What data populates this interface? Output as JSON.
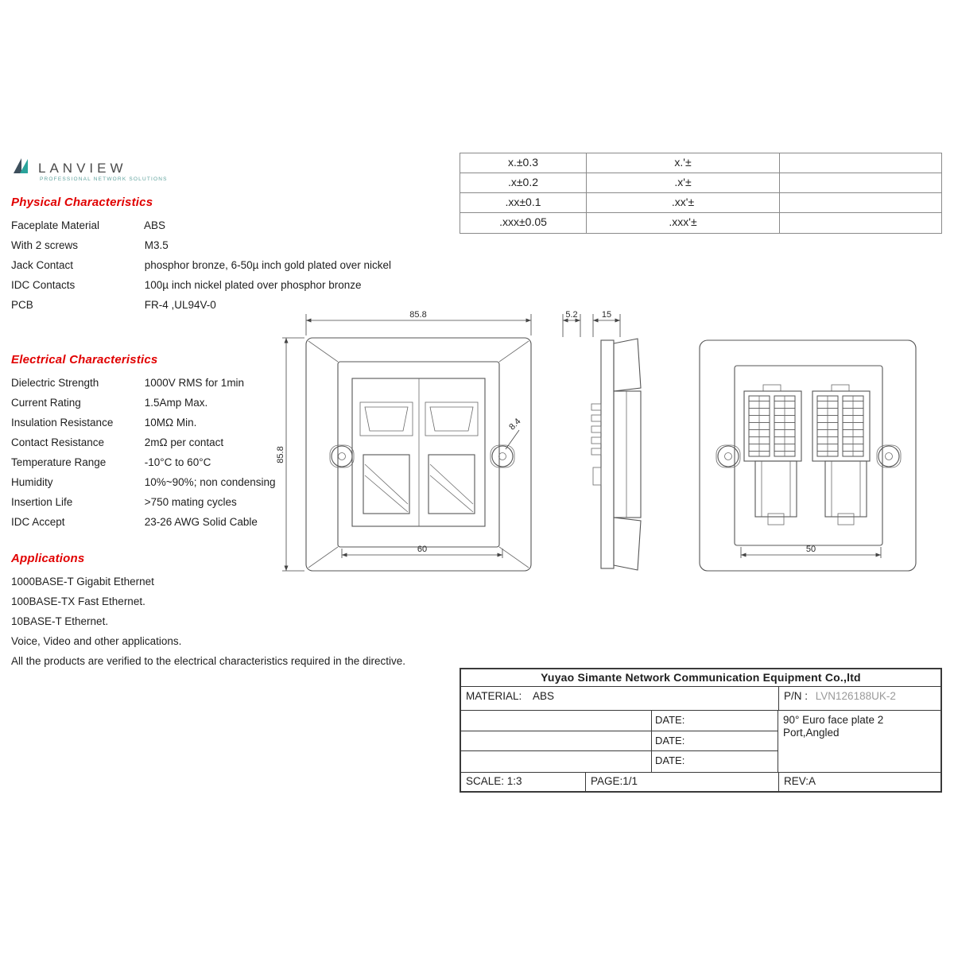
{
  "colors": {
    "heading_red": "#e10000",
    "brand_teal": "#2aa39b",
    "pn_gray": "#9a9a9a"
  },
  "logo": {
    "brand": "LANVIEW",
    "tagline": "PROFESSIONAL NETWORK SOLUTIONS"
  },
  "tolerance_table": {
    "col1": [
      "x.±0.3",
      ".x±0.2",
      ".xx±0.1",
      ".xxx±0.05"
    ],
    "col2": [
      "x.'±",
      ".x'±",
      ".xx'±",
      ".xxx'±"
    ]
  },
  "physical": {
    "title": "Physical Characteristics",
    "rows": [
      {
        "label": "Faceplate Material",
        "value": "ABS"
      },
      {
        "label": "With 2 screws",
        "value": "M3.5"
      },
      {
        "label": "Jack Contact",
        "value": "phosphor bronze, 6-50µ inch gold plated over nickel"
      },
      {
        "label": "IDC Contacts",
        "value": "100µ inch nickel plated over phosphor bronze"
      },
      {
        "label": "PCB",
        "value": "FR-4 ,UL94V-0"
      }
    ]
  },
  "electrical": {
    "title": "Electrical Characteristics",
    "rows": [
      {
        "label": "Dielectric Strength",
        "value": "1000V RMS for 1min"
      },
      {
        "label": "Current Rating",
        "value": "1.5Amp Max."
      },
      {
        "label": "Insulation Resistance",
        "value": "10MΩ Min."
      },
      {
        "label": "Contact Resistance",
        "value": "2mΩ per contact"
      },
      {
        "label": "Temperature Range",
        "value": "-10°C to 60°C"
      },
      {
        "label": "Humidity",
        "value": "10%~90%; non condensing"
      },
      {
        "label": "Insertion Life",
        "value": ">750 mating cycles"
      },
      {
        "label": "IDC Accept",
        "value": "23-26 AWG Solid Cable"
      }
    ]
  },
  "applications": {
    "title": "Applications",
    "lines": [
      "1000BASE-T Gigabit Ethernet",
      "100BASE-TX Fast Ethernet.",
      "10BASE-T Ethernet.",
      "Voice, Video and other applications.",
      "All the products are verified to the electrical characteristics required in the directive."
    ]
  },
  "drawings": {
    "front": {
      "width": "85.8",
      "height": "85.8",
      "inner_width": "60",
      "hole": "8.4"
    },
    "side": {
      "thickness": "5.2",
      "depth": "15"
    },
    "back": {
      "inner_width": "50"
    }
  },
  "title_block": {
    "company": "Yuyao Simante Network Communication Equipment Co.,ltd",
    "material_label": "MATERIAL:",
    "material_value": "ABS",
    "pn_label": "P/N :",
    "pn_value": "LVN126188UK-2",
    "dates": [
      "DATE:",
      "DATE:",
      "DATE:"
    ],
    "description": "90° Euro face plate 2 Port,Angled",
    "scale": "SCALE: 1:3",
    "page": "PAGE:1/1",
    "rev": "REV:A"
  }
}
